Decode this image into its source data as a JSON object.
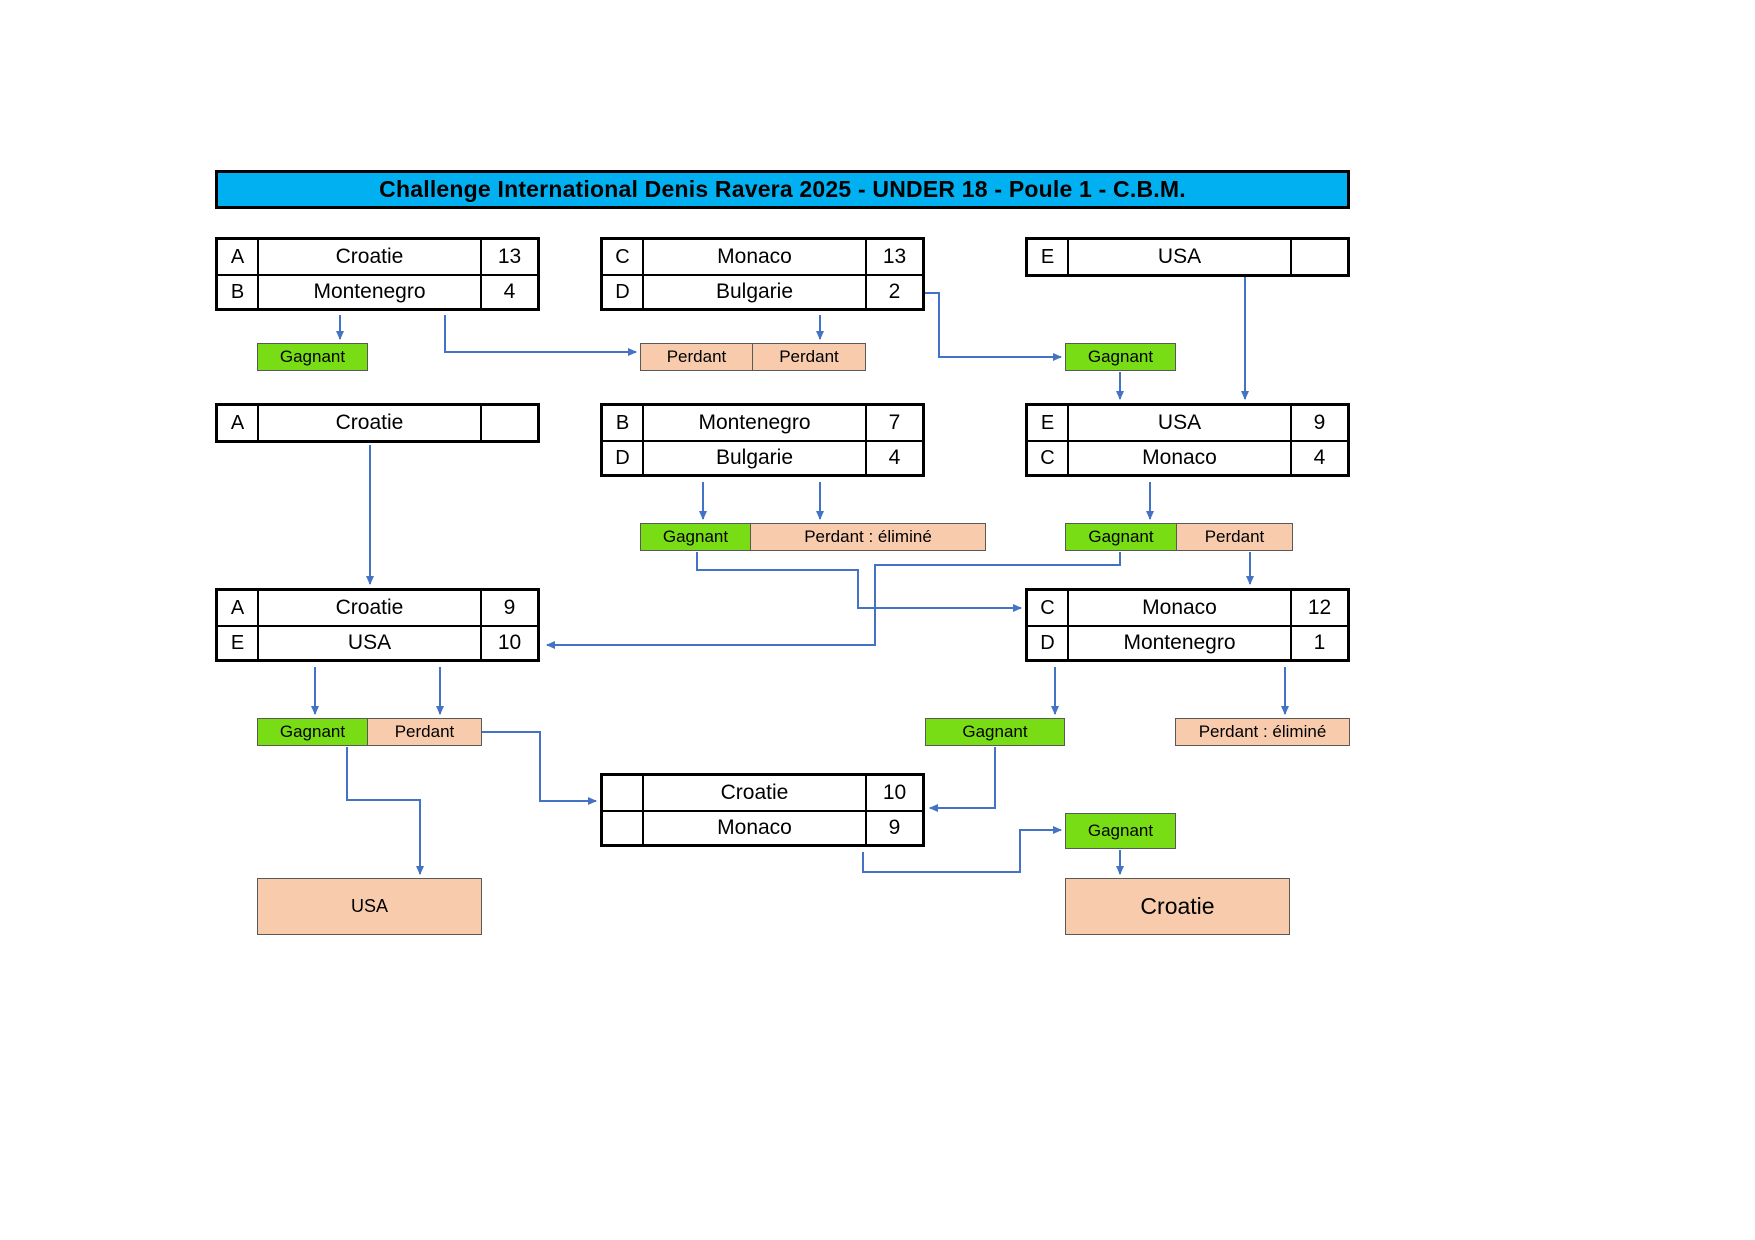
{
  "title": "Challenge International Denis Ravera 2025 - UNDER 18  - Poule 1 - C.B.M.",
  "colors": {
    "title_bg": "#00B0F0",
    "winner_bg": "#79DD15",
    "loser_bg": "#F8CBAD",
    "arrow": "#4472C4",
    "border": "#000000"
  },
  "matches": [
    {
      "rows": [
        {
          "letter": "A",
          "team": "Croatie",
          "score": "13"
        },
        {
          "letter": "B",
          "team": "Montenegro",
          "score": "4"
        }
      ]
    },
    {
      "rows": [
        {
          "letter": "C",
          "team": "Monaco",
          "score": "13"
        },
        {
          "letter": "D",
          "team": "Bulgarie",
          "score": "2"
        }
      ]
    },
    {
      "rows": [
        {
          "letter": "E",
          "team": "USA",
          "score": ""
        }
      ]
    },
    {
      "rows": [
        {
          "letter": "A",
          "team": "Croatie",
          "score": ""
        }
      ]
    },
    {
      "rows": [
        {
          "letter": "B",
          "team": "Montenegro",
          "score": "7"
        },
        {
          "letter": "D",
          "team": "Bulgarie",
          "score": "4"
        }
      ]
    },
    {
      "rows": [
        {
          "letter": "E",
          "team": "USA",
          "score": "9"
        },
        {
          "letter": "C",
          "team": "Monaco",
          "score": "4"
        }
      ]
    },
    {
      "rows": [
        {
          "letter": "A",
          "team": "Croatie",
          "score": "9"
        },
        {
          "letter": "E",
          "team": "USA",
          "score": "10"
        }
      ]
    },
    {
      "rows": [
        {
          "letter": "C",
          "team": "Monaco",
          "score": "12"
        },
        {
          "letter": "D",
          "team": "Montenegro",
          "score": "1"
        }
      ]
    },
    {
      "rows": [
        {
          "letter": "",
          "team": "Croatie",
          "score": "10"
        },
        {
          "letter": "",
          "team": "Monaco",
          "score": "9"
        }
      ]
    }
  ],
  "tags": [
    {
      "text": "Gagnant",
      "type": "winner"
    },
    {
      "text": "Perdant",
      "type": "loser"
    },
    {
      "text": "Perdant",
      "type": "loser"
    },
    {
      "text": "Gagnant",
      "type": "winner"
    },
    {
      "text": "Gagnant",
      "type": "winner"
    },
    {
      "text": "Perdant : éliminé",
      "type": "loser"
    },
    {
      "text": "Gagnant",
      "type": "winner"
    },
    {
      "text": "Perdant",
      "type": "loser"
    },
    {
      "text": "Gagnant",
      "type": "winner"
    },
    {
      "text": "Perdant",
      "type": "loser"
    },
    {
      "text": "Gagnant",
      "type": "winner"
    },
    {
      "text": "Perdant : éliminé",
      "type": "loser"
    },
    {
      "text": "Gagnant",
      "type": "winner"
    }
  ],
  "results": [
    {
      "text": "USA"
    },
    {
      "text": "Croatie"
    }
  ]
}
